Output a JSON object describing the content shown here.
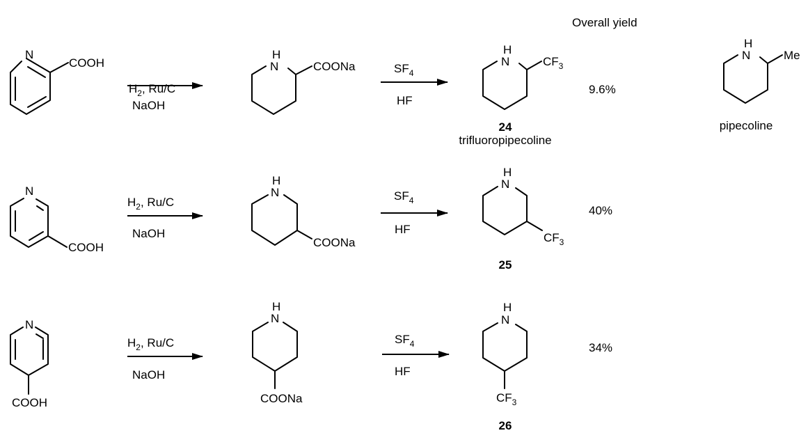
{
  "header": {
    "overall_yield": "Overall yield"
  },
  "atoms": {
    "N": "N",
    "H": "H",
    "Me": "Me"
  },
  "groups": {
    "cooh": "COOH",
    "coona": "COONa",
    "cf3_base": "CF",
    "cf3_sub": "3"
  },
  "conditions": {
    "hydrogenation_h": "H",
    "hydrogenation_sub": "2",
    "hydrogenation_rest": ", Ru/C",
    "base": "NaOH",
    "fluorination_s": "SF",
    "fluorination_sub": "4",
    "acid": "HF"
  },
  "rows": [
    {
      "compound": "24",
      "name": "trifluoropipecoline",
      "yield": "9.6%"
    },
    {
      "compound": "25",
      "name": "",
      "yield": "40%"
    },
    {
      "compound": "26",
      "name": "",
      "yield": "34%"
    }
  ],
  "reference": {
    "name": "pipecoline"
  }
}
